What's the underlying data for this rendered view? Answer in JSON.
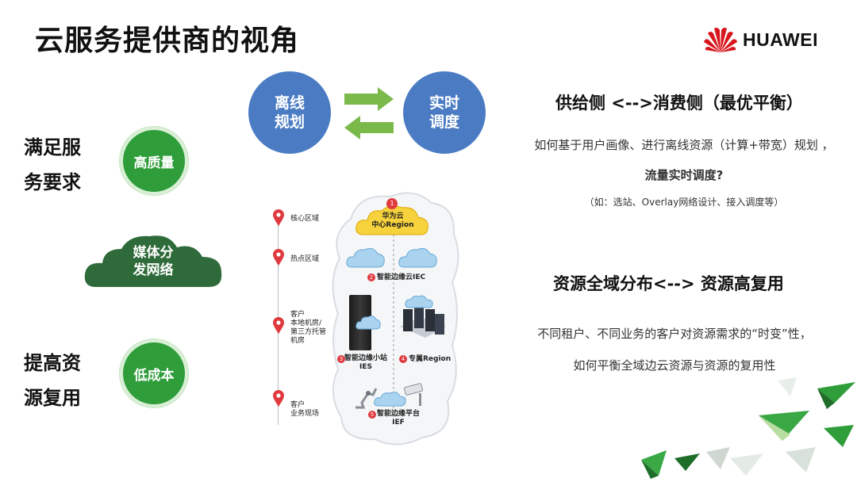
{
  "title": "云服务提供商的视角",
  "logo": {
    "text": "HUAWEI",
    "icon": "huawei-petal-logo",
    "color": "#d7161d"
  },
  "left": {
    "label_top": [
      "满足服",
      "务要求"
    ],
    "circle_top": "高质量",
    "cloud_middle": [
      "媒体分",
      "发网络"
    ],
    "label_bottom": [
      "提高资",
      "源复用"
    ],
    "circle_bottom": "低成本"
  },
  "center": {
    "offline": [
      "离线",
      "规划"
    ],
    "realtime": [
      "实时",
      "调度"
    ],
    "locations": [
      {
        "label": "核心区域"
      },
      {
        "label": "热点区域"
      },
      {
        "label": "客户\n本地机房/\n第三方托管\n机房"
      },
      {
        "label": "客户\n业务现场"
      }
    ],
    "nodes": {
      "region_num": "1",
      "region": [
        "华为云",
        "中心Region"
      ],
      "iec": "智能边缘云IEC",
      "iec_num": "2",
      "ies": [
        "智能边缘小站",
        "IES"
      ],
      "ies_num": "3",
      "dedicated": "专属Region",
      "dedicated_num": "4",
      "ief": [
        "智能边缘平台",
        "IEF"
      ],
      "ief_num": "5"
    }
  },
  "right": {
    "heading1": "供给侧 <-->消费侧（最优平衡）",
    "desc1": "如何基于用户画像、进行离线资源（计算+带宽）规划 ，",
    "desc1_bold": "流量实时调度?",
    "note1": "（如：选站、Overlay网络设计、接入调度等）",
    "heading2": "资源全域分布<--> 资源高复用",
    "desc2": "不同租户、不同业务的客户对资源需求的“时变”性，",
    "desc3": "如何平衡全域边云资源与资源的复用性"
  },
  "colors": {
    "green": "#2e9d3a",
    "dark_green": "#2f6b3a",
    "blue": "#4b7cc3",
    "arrow_green": "#7bb94a",
    "pin_red": "#e0393e"
  }
}
